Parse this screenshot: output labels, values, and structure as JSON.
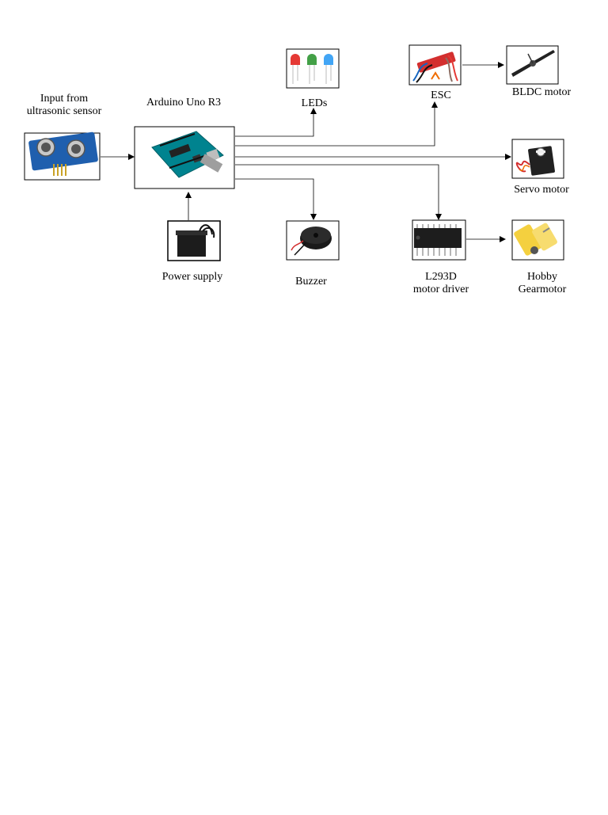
{
  "labels": {
    "ultrasonic": [
      "Input from",
      "ultrasonic sensor"
    ],
    "arduino": "Arduino Uno R3",
    "leds": "LEDs",
    "esc": "ESC",
    "bldc": "BLDC motor",
    "servo": "Servo motor",
    "power": "Power supply",
    "buzzer": "Buzzer",
    "driver": [
      "L293D",
      "motor driver"
    ],
    "gearmotor": [
      "Hobby",
      "Gearmotor"
    ]
  },
  "colors": {
    "stroke": "#000000",
    "board_blue": "#1f5fae",
    "arduino_teal": "#00838f",
    "led_red": "#e53935",
    "led_green": "#43a047",
    "led_blue": "#42a5f5",
    "motor_yellow": "#f4d03f",
    "servo_red": "#d32f2f"
  }
}
